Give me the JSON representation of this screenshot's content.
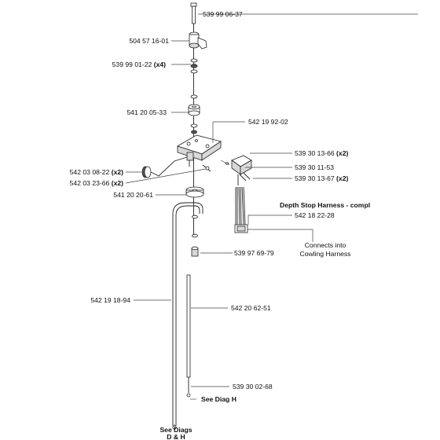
{
  "labels": {
    "l1": "539 99 06-37",
    "l2": "504 57 16-01",
    "l3": "539 99 01-22",
    "l3q": "(x4)",
    "l4": "541 20 05-33",
    "l5": "542 19 92-02",
    "l6": "539 30 13-66",
    "l6q": "(x2)",
    "l7": "539 30 11-53",
    "l8": "539 30 13-67",
    "l8q": "(x2)",
    "l9": "542 03 08-22",
    "l9q": "(x2)",
    "l10": "542 03 23-66",
    "l10q": "(x2)",
    "l11": "541 20 20-61",
    "l12": "Depth Stop Harness - compl",
    "l13": "542 18 22-28",
    "l14a": "Connects into",
    "l14b": "Cowling Harness",
    "l15": "539 97 69-79",
    "l16": "542 19 18-94",
    "l17": "542 20 62-51",
    "l18": "539 30 02-68",
    "l19": "See Diag H",
    "l20a": "See Diags",
    "l20b": "D & H"
  }
}
